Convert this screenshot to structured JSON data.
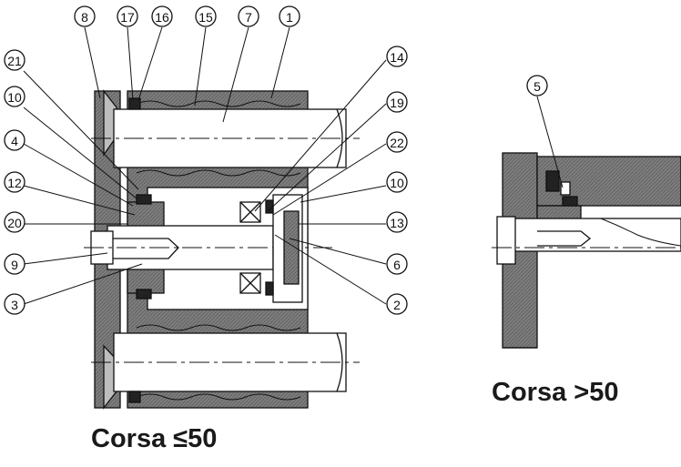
{
  "captions": {
    "left": "Corsa ≤50",
    "right": "Corsa >50"
  },
  "callouts": {
    "left_view": [
      "8",
      "17",
      "16",
      "15",
      "7",
      "1",
      "21",
      "10",
      "4",
      "12",
      "20",
      "9",
      "3",
      "14",
      "19",
      "22",
      "10",
      "13",
      "6",
      "2"
    ],
    "right_view": [
      "5"
    ]
  },
  "colors": {
    "ink": "#111111",
    "hatch_fill": "#8a8a8a",
    "light_fill": "#ffffff"
  }
}
